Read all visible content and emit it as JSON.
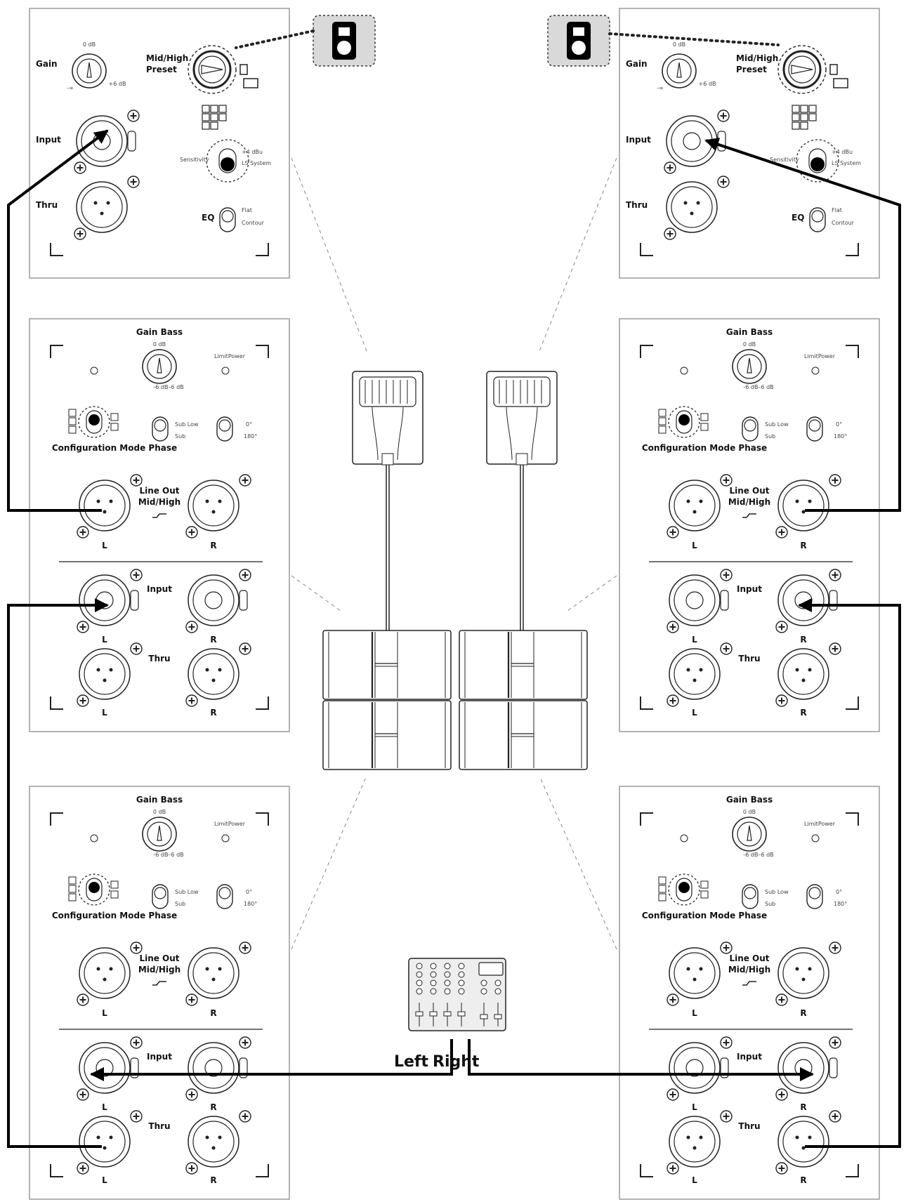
{
  "labels": {
    "gain": "Gain",
    "zero_db": "0 dB",
    "minus_inf": "-∞",
    "plus_6db": "+6 dB",
    "mid_high_preset_line1": "Mid/High",
    "mid_high_preset_line2": "Preset",
    "input": "Input",
    "thru": "Thru",
    "sensitivity": "Sensitivity",
    "sens_opt1": "+4 dBu",
    "sens_opt2": "LS System",
    "eq": "EQ",
    "eq_flat": "Flat",
    "eq_contour": "Contour",
    "gain_bass": "Gain Bass",
    "gain_bass_range": "-6 dB–6 dB",
    "limit_power": "LimitPower",
    "sub_low": "Sub Low",
    "sub": "Sub",
    "phase_0": "0°",
    "phase_180": "180°",
    "config_mode_phase": "Configuration Mode Phase",
    "line_out_line1": "Line Out",
    "line_out_line2": "Mid/High",
    "left_jack": "L",
    "right_jack": "R"
  },
  "mixer": {
    "left_label": "Left",
    "right_label": "Right"
  },
  "colors": {
    "cable": "#000000",
    "panel_border": "#9a9a9a",
    "preset_box_fill": "#d9d9d9"
  }
}
